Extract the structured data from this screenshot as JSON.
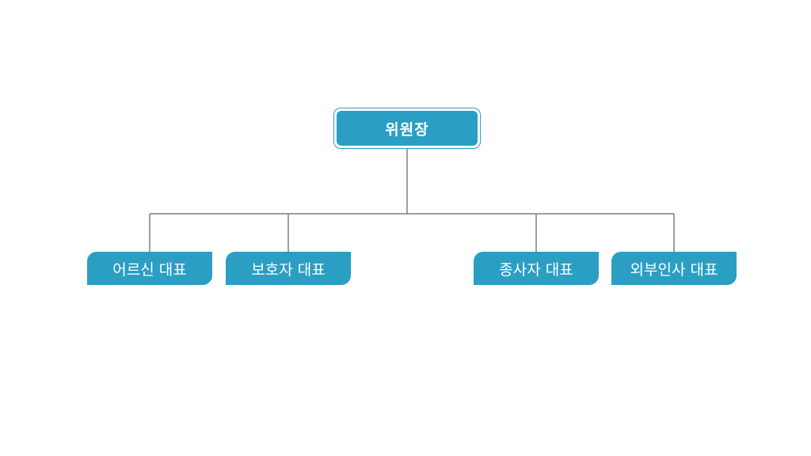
{
  "diagram": {
    "root": {
      "label": "위원장"
    },
    "children": [
      {
        "label": "어르신 대표"
      },
      {
        "label": "보호자 대표"
      },
      {
        "label": "종사자 대표"
      },
      {
        "label": "외부인사 대표"
      }
    ]
  },
  "colors": {
    "node_fill": "#2b9ec4",
    "node_text": "#ffffff",
    "connector": "#7f7f7f"
  }
}
